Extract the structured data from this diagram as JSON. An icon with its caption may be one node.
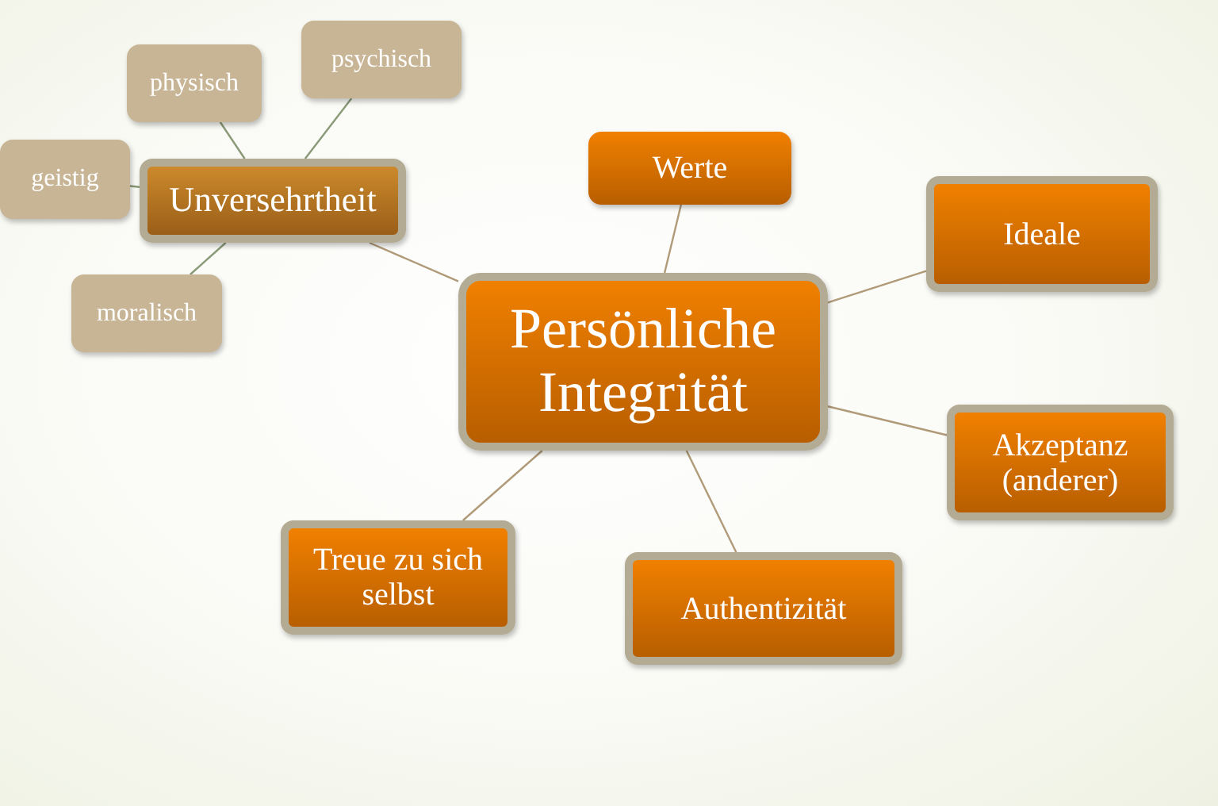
{
  "diagram": {
    "nodes": [
      {
        "text": [
          "Persönliche Integrität"
        ]
      },
      {
        "text": [
          "Unversehrtheit"
        ]
      },
      {
        "text": [
          "physisch"
        ]
      },
      {
        "text": [
          "psychisch"
        ]
      },
      {
        "text": [
          "geistig"
        ]
      },
      {
        "text": [
          "moralisch"
        ]
      },
      {
        "text": [
          "Werte"
        ]
      },
      {
        "text": [
          "Ideale"
        ]
      },
      {
        "text": [
          "Akzeptanz (anderer)"
        ]
      },
      {
        "text": [
          "Authentizität"
        ]
      },
      {
        "text": [
          "Treue zu sich selbst"
        ]
      }
    ],
    "edges": [
      {
        "from": 0,
        "to": 1,
        "arrow": "none"
      },
      {
        "from": 1,
        "to": 2,
        "arrow": "none"
      },
      {
        "from": 1,
        "to": 3,
        "arrow": "none"
      },
      {
        "from": 1,
        "to": 4,
        "arrow": "none"
      },
      {
        "from": 1,
        "to": 5,
        "arrow": "none"
      },
      {
        "from": 0,
        "to": 6,
        "arrow": "none"
      },
      {
        "from": 0,
        "to": 7,
        "arrow": "none"
      },
      {
        "from": 0,
        "to": 8,
        "arrow": "none"
      },
      {
        "from": 0,
        "to": 9,
        "arrow": "none"
      },
      {
        "from": 0,
        "to": 10,
        "arrow": "none"
      }
    ]
  }
}
